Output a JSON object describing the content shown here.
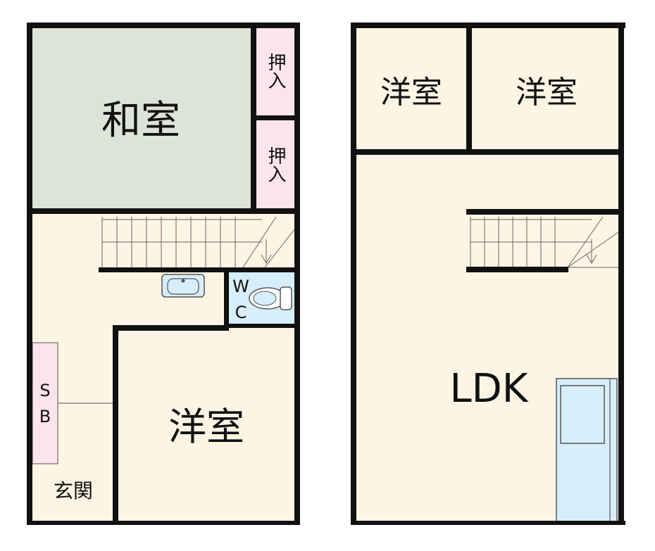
{
  "floor_1": {
    "japanese_room_label": "和室",
    "closet_upper_label": "押入",
    "closet_lower_label": "押入",
    "wc_label_w": "W",
    "wc_label_c": "C",
    "western_room_label": "洋室",
    "shoe_box_label_s": "S",
    "shoe_box_label_b": "B",
    "entrance_label": "玄関"
  },
  "floor_2": {
    "western_room_left_label": "洋室",
    "western_room_right_label": "洋室",
    "ldk_label": "LDK"
  },
  "colors": {
    "wall": "#111111",
    "floor": "#fdf4e3",
    "japanese_room": "#dde3d8",
    "closet": "#fbe4ec",
    "wet_area": "#d6eef9",
    "fixture_stroke": "#555555"
  }
}
